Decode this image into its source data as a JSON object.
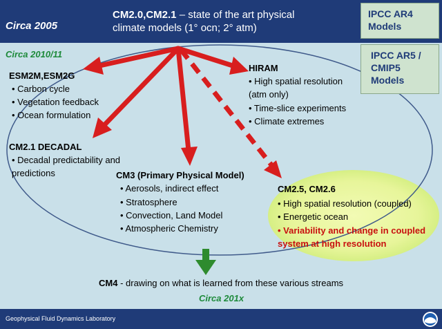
{
  "header": {
    "circa": "Circa 2005",
    "line1_bold": "CM2.0,CM2.1",
    "line1_rest": " – state of the art physical",
    "line2": "climate models (1° ocn; 2° atm)"
  },
  "ipcc_ar4": {
    "line1": "IPCC AR4",
    "line2": "Models"
  },
  "ipcc_ar5": {
    "line1": "IPCC AR5 /",
    "line2": "CMIP5",
    "line3": "Models"
  },
  "circa_mid": "Circa 2010/11",
  "esm": {
    "title": "ESM2M,ESM2G",
    "items": [
      "• Carbon cycle",
      "• Vegetation feedback",
      "• Ocean formulation"
    ]
  },
  "hiram": {
    "title": "HIRAM",
    "items": [
      "• High spatial resolution",
      "(atm only)",
      "• Time-slice experiments",
      "• Climate extremes"
    ]
  },
  "decadal": {
    "title": "CM2.1 DECADAL",
    "items": [
      "• Decadal predictability and",
      "predictions"
    ]
  },
  "cm3": {
    "title": "CM3 (Primary Physical Model)",
    "items": [
      "• Aerosols, indirect effect",
      "• Stratosphere",
      "• Convection, Land Model",
      "• Atmospheric Chemistry"
    ]
  },
  "cm25": {
    "title": "CM2.5, CM2.6",
    "items": [
      "• High spatial resolution (coupled)",
      "• Energetic ocean"
    ],
    "red_line1": "• Variability and change in coupled",
    "red_line2": "system at high resolution"
  },
  "cm4": {
    "bold": "CM4",
    "rest": "  - drawing on what is learned from these various streams"
  },
  "circa_bottom": "Circa 201x",
  "footer": {
    "org": "Geophysical Fluid Dynamics Laboratory"
  },
  "colors": {
    "navy": "#1f3b78",
    "red_arrow": "#d81e1e",
    "green_arrow": "#2e8b2e",
    "highlight": "#ecf7a0"
  }
}
